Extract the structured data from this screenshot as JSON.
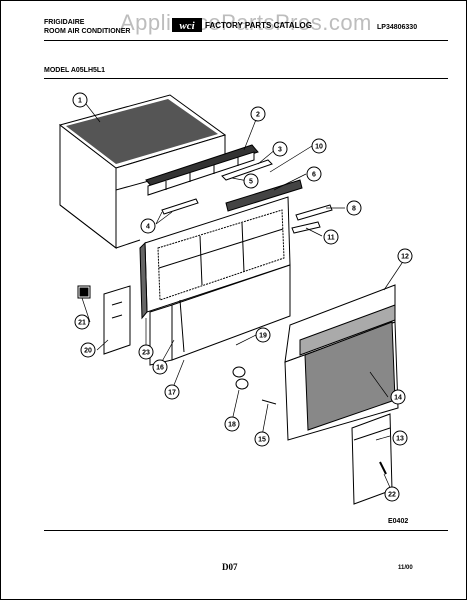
{
  "header": {
    "brand": "FRIGIDAIRE",
    "product": "ROOM AIR CONDITIONER",
    "catalog_title": "FACTORY PARTS CATALOG",
    "publication_number": "LP34806330",
    "watermark": "AppliancePartsPros.com"
  },
  "model_label": "MODEL A05LH5L1",
  "callouts": [
    "1",
    "2",
    "3",
    "10",
    "6",
    "5",
    "4",
    "8",
    "11",
    "12",
    "19",
    "21",
    "20",
    "23",
    "16",
    "17",
    "18",
    "15",
    "14",
    "13",
    "22"
  ],
  "footer": {
    "figure_code": "E0402",
    "page": "D07",
    "date": "11/00"
  }
}
